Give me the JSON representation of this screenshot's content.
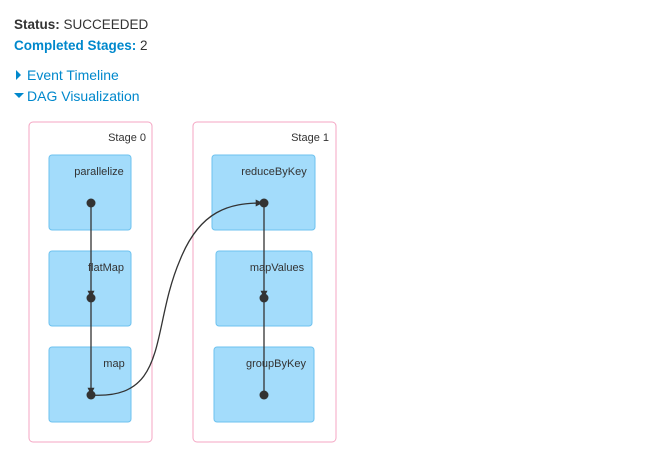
{
  "job": {
    "status_label": "Status:",
    "status_value": "SUCCEEDED",
    "completed_label": "Completed Stages:",
    "completed_value": "2"
  },
  "toggles": {
    "event_timeline": "Event Timeline",
    "dag_visualization": "DAG Visualization"
  },
  "dag": {
    "stages": [
      {
        "label": "Stage 0",
        "ops": [
          "parallelize",
          "flatMap",
          "map"
        ]
      },
      {
        "label": "Stage 1",
        "ops": [
          "reduceByKey",
          "mapValues",
          "groupByKey"
        ]
      }
    ],
    "colors": {
      "stage_border": "#f4a6c3",
      "op_fill": "#a3dcfb",
      "op_border": "#6ec2ef",
      "edge": "#333333",
      "link": "#0088cc"
    }
  }
}
